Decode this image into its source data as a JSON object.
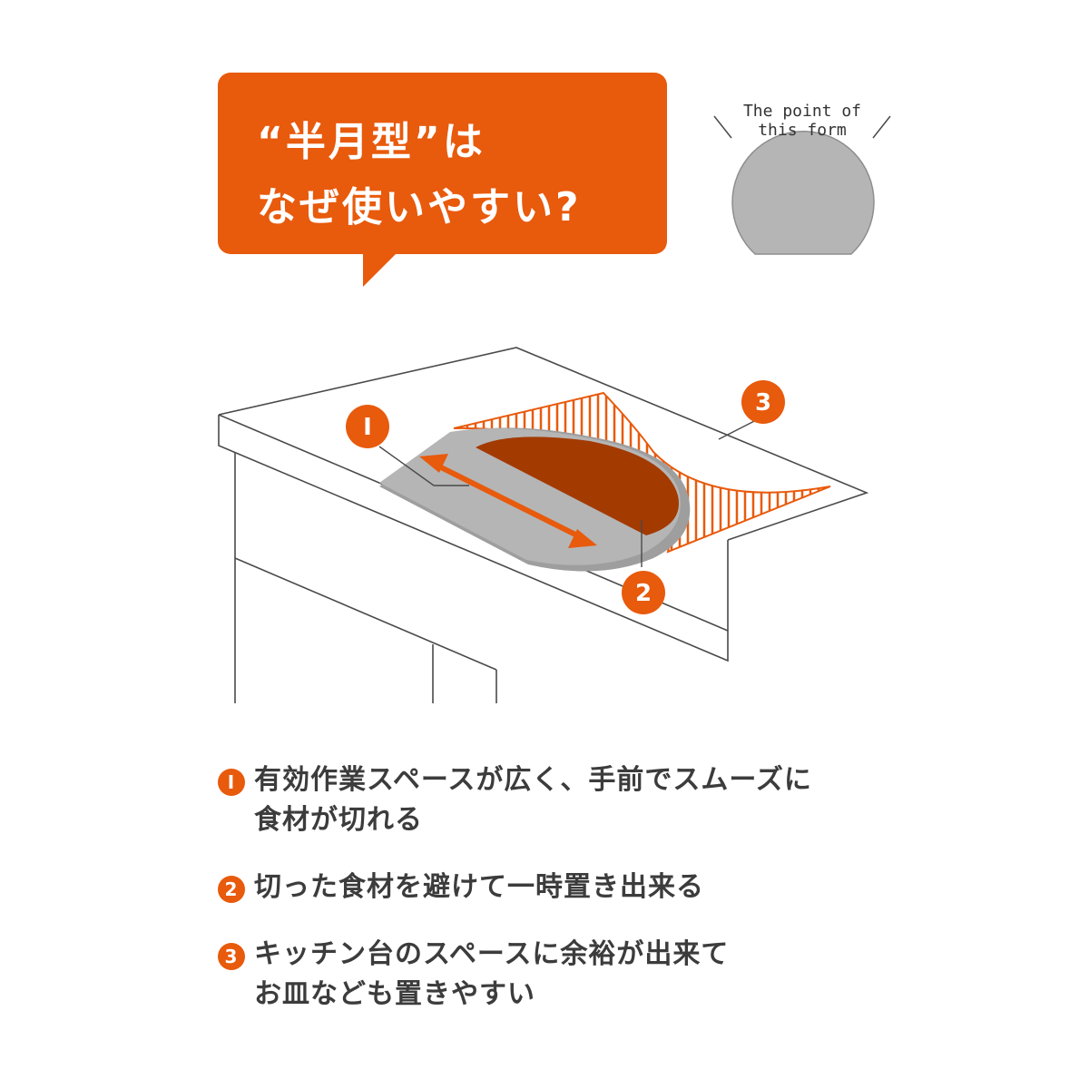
{
  "bubble": {
    "line1": "“半月型”は",
    "line2": "なぜ使いやすい?"
  },
  "badge": {
    "line1": "The point of",
    "line2": "this form"
  },
  "callouts": [
    "I",
    "2",
    "3"
  ],
  "points": [
    {
      "number": "I",
      "lines": [
        "有効作業スペースが広く、手前でスムーズに",
        "食材が切れる"
      ]
    },
    {
      "number": "2",
      "lines": [
        "切った食材を避けて一時置き出来る"
      ]
    },
    {
      "number": "3",
      "lines": [
        "キッチン台のスペースに余裕が出来て",
        "お皿なども置きやすい"
      ]
    }
  ],
  "colors": {
    "accent": "#e85a0c",
    "dark_accent": "#a33a00",
    "board_gray": "#b5b5b5",
    "line": "#4a4a4a"
  }
}
